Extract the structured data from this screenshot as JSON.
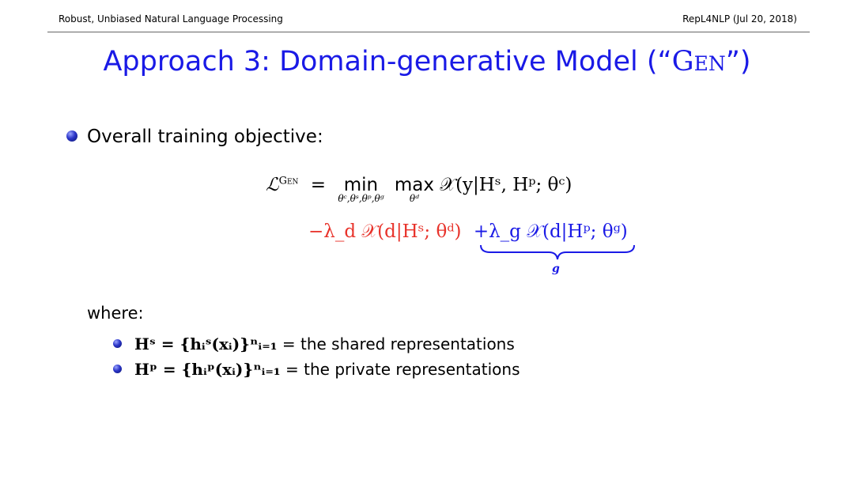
{
  "header": {
    "left": "Robust, Unbiased Natural Language Processing",
    "right": "RepL4NLP (Jul 20, 2018)"
  },
  "title": {
    "prefix": "Approach 3: Domain-generative Model (“",
    "gen": "Gen",
    "suffix": "”)"
  },
  "bullet": "Overall training objective:",
  "equation": {
    "lhs": "ℒ",
    "lhs_sup": "Gen",
    "min_label": "min",
    "min_sub": "θᶜ,θˢ,θᵖ,θᵍ",
    "max_label": "max",
    "max_sub": "θᵈ",
    "term1": "𝒳(y|Hˢ, Hᵖ; θᶜ)",
    "term2": "−λ_d 𝒳(d|Hˢ; θᵈ)",
    "term3": "+λ_g 𝒳(d|Hᵖ; θᵍ)",
    "term3_label": "g"
  },
  "where": "where:",
  "sub_bullets": [
    {
      "lhs": "Hˢ = {hᵢˢ(xᵢ)}ⁿᵢ₌₁",
      "text": "= the shared representations"
    },
    {
      "lhs": "Hᵖ = {hᵢᵖ(xᵢ)}ⁿᵢ₌₁",
      "text": "= the private representations"
    }
  ],
  "colors": {
    "title": "#1a1ae6",
    "red_term": "#e8332b",
    "blue_term": "#1a1ae6"
  }
}
